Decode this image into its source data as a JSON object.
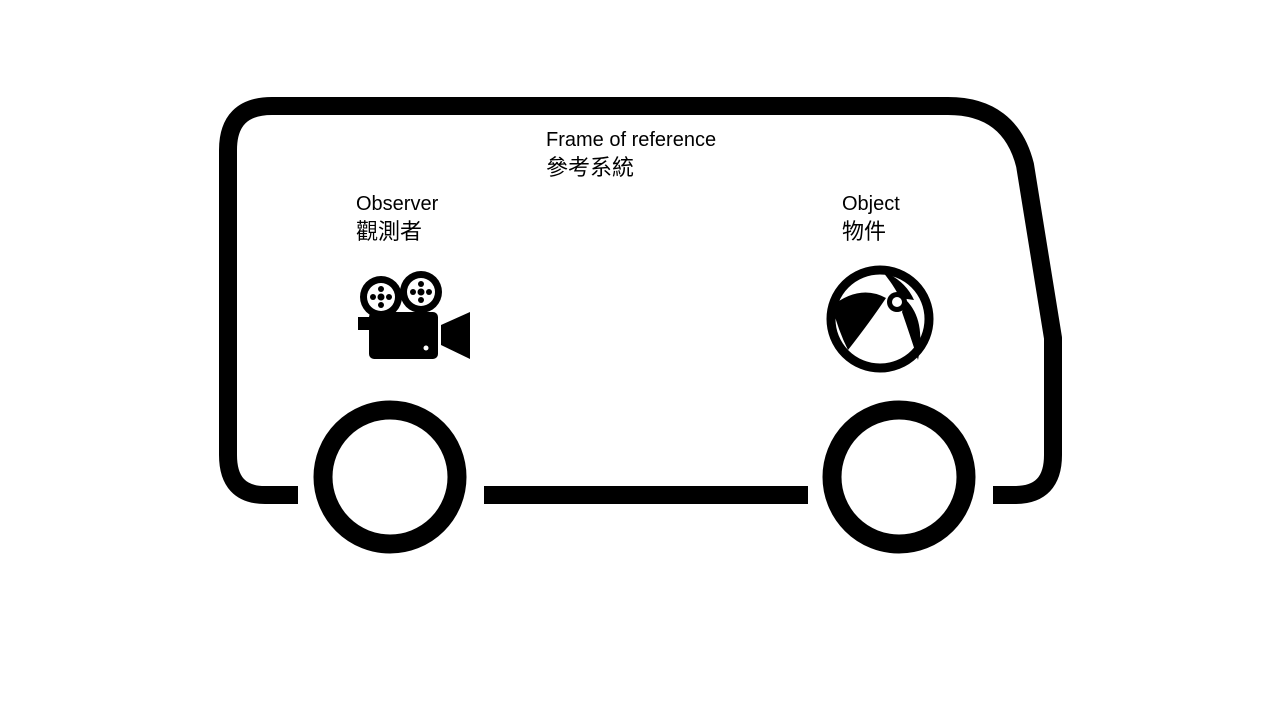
{
  "frame_of_reference": {
    "en": "Frame of reference",
    "zh": "參考系統"
  },
  "observer": {
    "en": "Observer",
    "zh": "觀測者",
    "icon": "movie-camera-icon"
  },
  "object": {
    "en": "Object",
    "zh": "物件",
    "icon": "beach-ball-icon"
  },
  "vehicle": {
    "icon": "bus-outline",
    "color": "#000000"
  }
}
